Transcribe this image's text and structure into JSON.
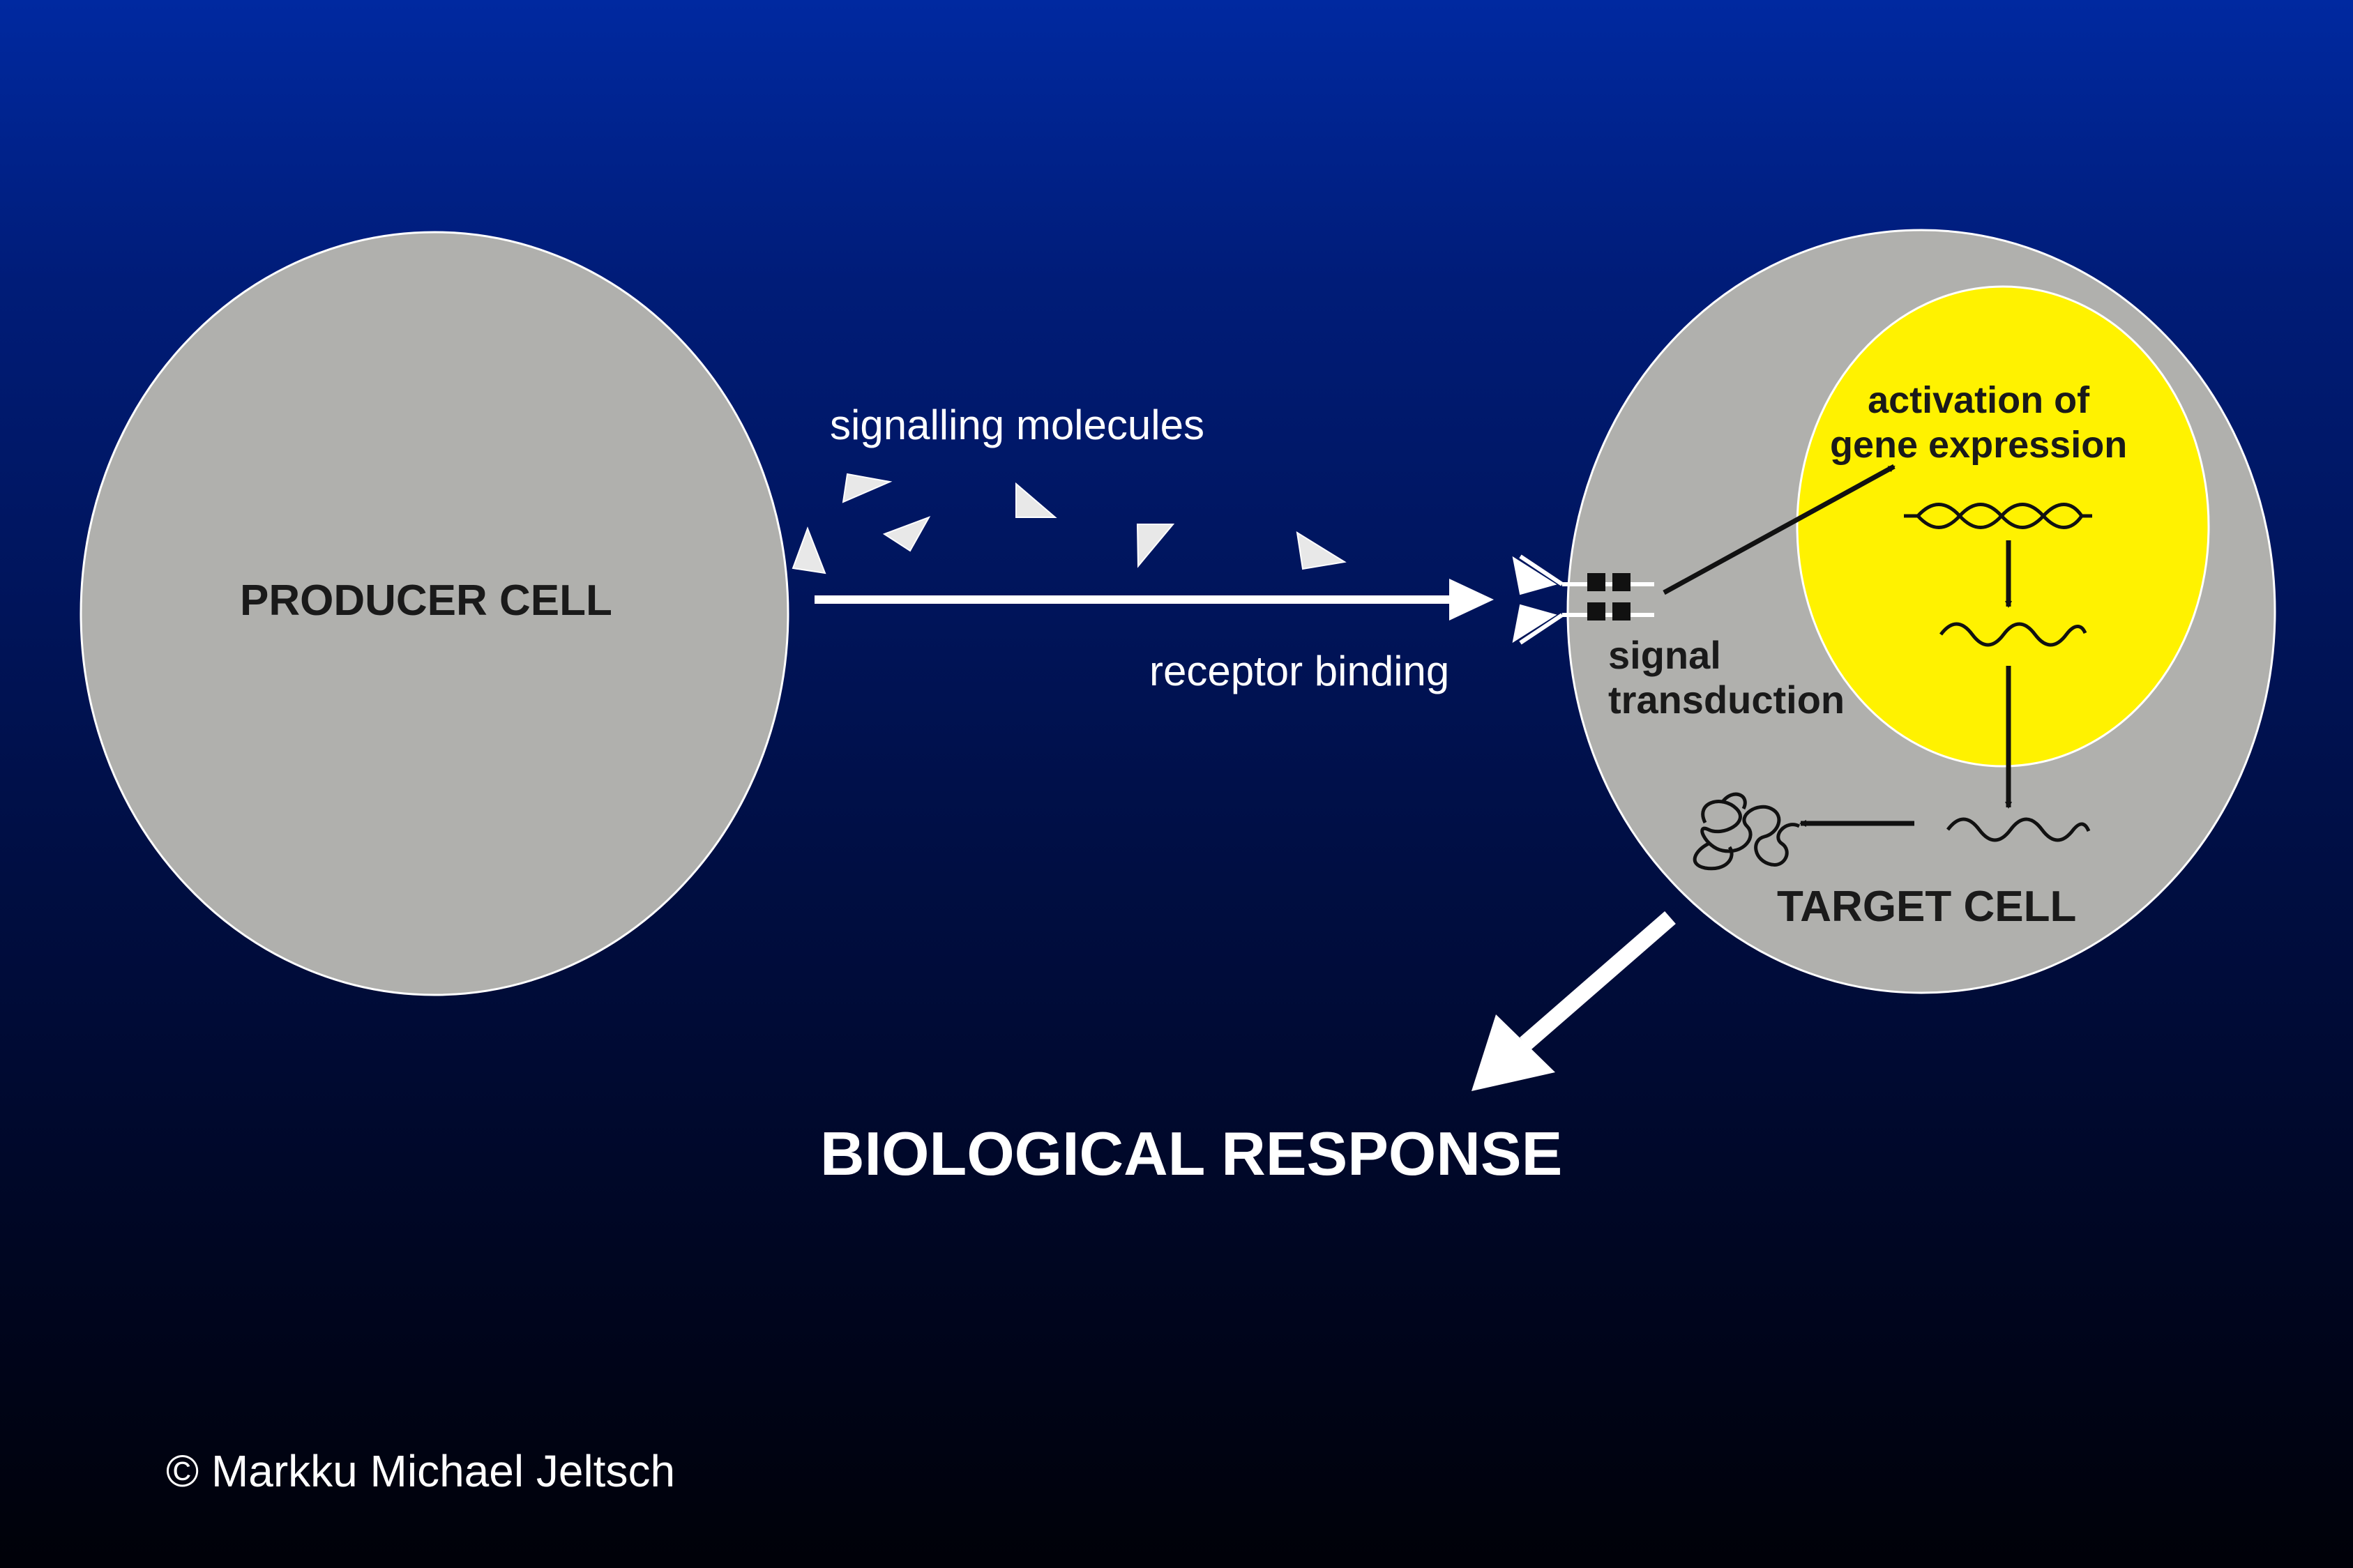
{
  "labels": {
    "producer_cell": "PRODUCER CELL",
    "signalling_molecules": "signalling molecules",
    "receptor_binding": "receptor binding",
    "signal": "signal",
    "transduction": "transduction",
    "activation_of": "activation of",
    "gene_expression": "gene expression",
    "target_cell": "TARGET CELL",
    "biological_response": "BIOLOGICAL RESPONSE",
    "copyright": "© Markku Michael Jeltsch"
  },
  "colors": {
    "background_top": "#0029a0",
    "background_bottom": "#000108",
    "cell_fill": "#b0b0ad",
    "nucleus_fill": "#fff200",
    "arrow_light": "#ffffff",
    "arrow_dark": "#111111"
  }
}
